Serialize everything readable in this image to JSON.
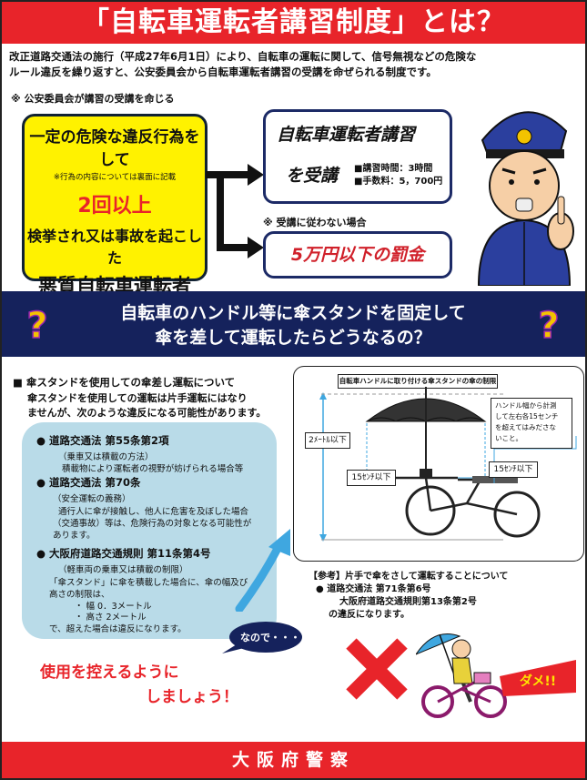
{
  "header": {
    "title": "「自転車運転者講習制度」とは？"
  },
  "intro": {
    "line1": "改正道路交通法の施行（平成27年6月1日）により、自転車の運転に関して、信号無視などの危険な",
    "line2": "ルール違反を繰り返すと、公安委員会から自転車運転者講習の受講を命ぜられる制度です。"
  },
  "notes": {
    "commission": "※  公安委員会が講習の受講を命じる",
    "refuse": "※  受講に従わない場合"
  },
  "violation_box": {
    "line1": "一定の危険な違反行為をして",
    "small": "※行為の内容については裏面に記載",
    "count": "2回以上",
    "line3": "検挙され又は事故を起こした",
    "line4": "悪質自転車運転者"
  },
  "lecture_box": {
    "title": "自転車運転者講習",
    "sub": "を受講",
    "hours": "■講習時間：3時間",
    "fee": "■手数料：5，700円"
  },
  "fine_box": {
    "text": "5万円以下の罰金"
  },
  "question_band": {
    "line1": "自転車のハンドル等に傘スタンドを固定して",
    "line2": "傘を差して運転したらどうなるの？"
  },
  "umbrella_section": {
    "heading": "■  傘スタンドを使用しての傘差し運転について",
    "body1": "傘スタンドを使用しての運転は片手運転にはなり",
    "body2": "ませんが、次のような違反になる可能性があります。"
  },
  "laws": {
    "law1": "●  道路交通法  第55条第2項",
    "law1_sub1": "（乗車又は積載の方法）",
    "law1_sub2": "積載物により運転者の視野が妨げられる場合等",
    "law2": "●  道路交通法  第70条",
    "law2_sub1": "（安全運転の義務）",
    "law2_sub2": "通行人に傘が接触し、他人に危害を及ぼした場合",
    "law2_sub3": "（交通事故）等は、危険行為の対象となる可能性が",
    "law2_sub4": "あります。",
    "law3": "●  大阪府道路交通規則  第11条第4号",
    "law3_sub1": "（軽車両の乗車又は積載の制限）",
    "law3_sub2": "「傘スタンド」に傘を積載した場合に、傘の幅及び",
    "law3_sub3": "高さの制限は、",
    "law3_sub4": "・ 幅  0．3メートル",
    "law3_sub5": "・ 高さ   2メートル",
    "law3_sub6": "で、超えた場合は違反になります。"
  },
  "diagram": {
    "title": "自転車ハンドルに取り付ける傘スタンドの傘の制限",
    "height": "2ﾒｰﾄﾙ以下",
    "width_left": "15ｾﾝﾁ以下",
    "width_right": "15ｾﾝﾁ以下",
    "note1": "ハンドル幅から計測",
    "note2": "して左右各15センチ",
    "note3": "を超えてはみださな",
    "note4": "いこと。"
  },
  "reference": {
    "title": "【参考】片手で傘をさして運転することについて",
    "law": "●  道路交通法  第71条第6号",
    "rule": "大阪府道路交通規則第13条第2号",
    "end": "の違反になります。"
  },
  "callout": {
    "bubble": "なので・・・",
    "line1": "使用を控えるように",
    "line2": "しましょう！",
    "dame": "ダメ!!"
  },
  "footer": {
    "text": "大阪府警察"
  },
  "colors": {
    "red": "#e8242a",
    "navy": "#15225c",
    "yellow": "#fff200",
    "light_blue": "#b9dbe8"
  }
}
